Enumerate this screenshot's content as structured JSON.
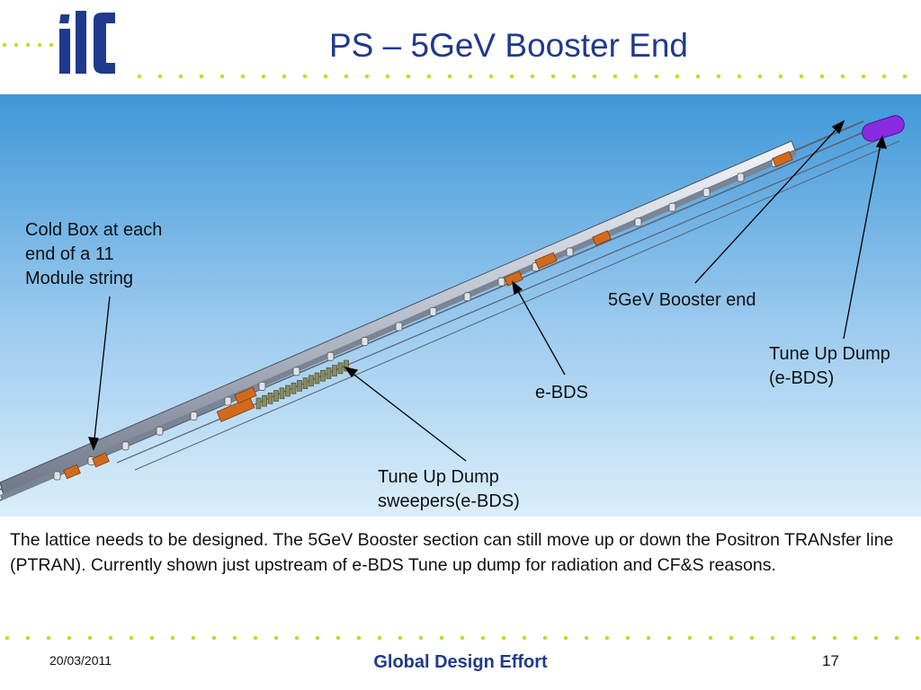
{
  "slide": {
    "title": "PS – 5GeV Booster End",
    "body_text": "The lattice needs to be designed. The 5GeV Booster section can still move up or down the Positron TRANsfer line (PTRAN). Currently shown just upstream of e-BDS Tune up dump for radiation and CF&S reasons.",
    "colors": {
      "title": "#1f3a8c",
      "dots": "#c5d92e",
      "sky_top": "#3f97d8",
      "sky_bottom": "#dbeefa"
    }
  },
  "figure": {
    "labels": {
      "cold_box": [
        "Cold Box at each",
        "end of a 11",
        "Module string"
      ],
      "booster_end": "5GeV Booster end",
      "tune_up_dump": [
        "Tune Up Dump",
        "(e-BDS)"
      ],
      "ebds": "e-BDS",
      "sweepers": [
        "Tune Up Dump",
        "sweepers(e-BDS)"
      ]
    }
  },
  "footer": {
    "date": "20/03/2011",
    "organization": "Global Design Effort",
    "page_number": "17"
  }
}
